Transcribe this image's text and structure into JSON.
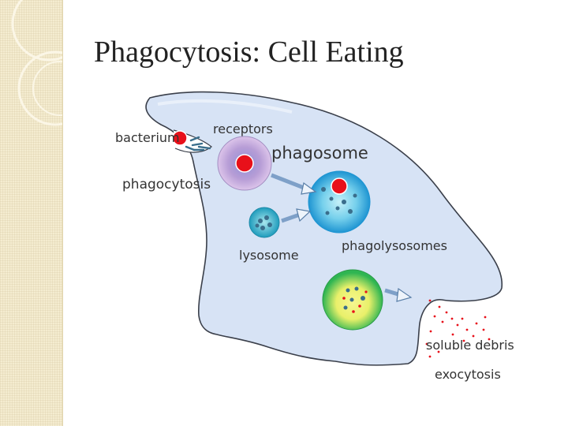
{
  "slide": {
    "title": "Phagocytosis: Cell Eating"
  },
  "diagram": {
    "labels": {
      "bacterium": "bacterium",
      "receptors": "receptors",
      "phagosome": "phagosome",
      "phagocytosis": "phagocytosis",
      "lysosome": "lysosome",
      "phagolysosomes": "phagolysosomes",
      "soluble_debris": "soluble debris",
      "exocytosis": "exocytosis"
    },
    "colors": {
      "cell_fill": "#d7e3f5",
      "cell_outline": "#3a3f4a",
      "bacterium": "#e8101a",
      "phagosome_outer": "#c9a9d8",
      "phagosome_inner": "#8f8fd6",
      "phagolysosome_outer": "#2aa0d8",
      "phagolysosome_inner": "#a6e6f2",
      "lysosome": "#2fa6c0",
      "late_outer": "#2fb552",
      "late_inner": "#f2f27a",
      "particle": "#3a6e8c",
      "arrow": "#7ea0c8"
    }
  }
}
